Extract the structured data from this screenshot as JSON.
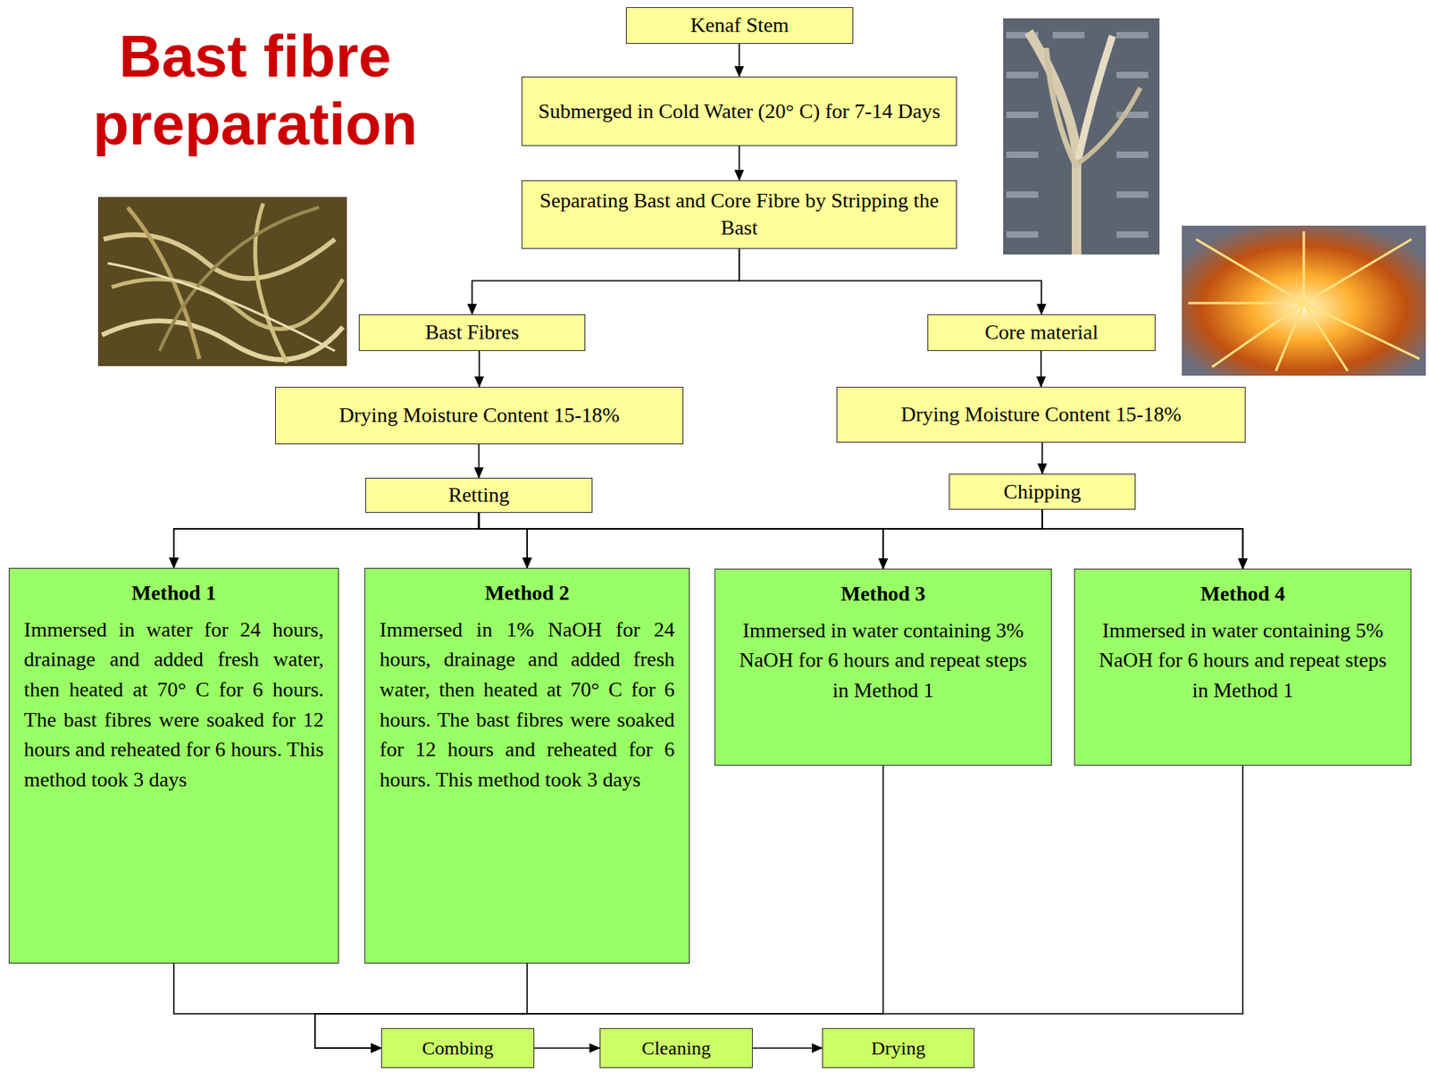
{
  "diagram": {
    "title": "Bast fibre preparation",
    "nodes": [
      {
        "text": [
          "Kenaf Stem"
        ]
      },
      {
        "text": [
          "Submerged in Cold Water (20° C) for 7-14 Days"
        ]
      },
      {
        "text": [
          "Separating Bast and Core Fibre by Stripping the Bast"
        ]
      },
      {
        "text": [
          "Bast Fibres"
        ]
      },
      {
        "text": [
          "Core material"
        ]
      },
      {
        "text": [
          "Drying Moisture Content 15-18%"
        ]
      },
      {
        "text": [
          "Drying Moisture Content 15-18%"
        ]
      },
      {
        "text": [
          "Retting"
        ]
      },
      {
        "text": [
          "Chipping"
        ]
      },
      {
        "text": [
          "Method 1",
          "Immersed in water for 24 hours, drainage and added fresh water, then heated at 70° C for 6 hours. The bast fibres were soaked for 12 hours and reheated for 6 hours. This method took 3 days"
        ]
      },
      {
        "text": [
          "Method 2",
          "Immersed in 1% NaOH for 24 hours, drainage and added fresh water, then heated at 70° C for 6 hours. The bast fibres were soaked for 12 hours and reheated for 6 hours. This method took 3 days"
        ]
      },
      {
        "text": [
          "Method 3",
          "Immersed in water containing 3% NaOH for 6 hours and repeat steps in Method 1"
        ]
      },
      {
        "text": [
          "Method 4",
          "Immersed in water containing 5% NaOH for 6 hours and repeat steps in Method 1"
        ]
      },
      {
        "text": [
          "Combing"
        ]
      },
      {
        "text": [
          "Cleaning"
        ]
      },
      {
        "text": [
          "Drying"
        ]
      }
    ],
    "edges": [
      {
        "from": 0,
        "to": 1,
        "arrow": "to"
      },
      {
        "from": 1,
        "to": 2,
        "arrow": "to"
      },
      {
        "from": 2,
        "to": 3,
        "arrow": "to"
      },
      {
        "from": 2,
        "to": 4,
        "arrow": "to"
      },
      {
        "from": 3,
        "to": 5,
        "arrow": "to"
      },
      {
        "from": 4,
        "to": 6,
        "arrow": "to"
      },
      {
        "from": 5,
        "to": 7,
        "arrow": "to"
      },
      {
        "from": 6,
        "to": 8,
        "arrow": "to"
      },
      {
        "from": 7,
        "to": 9,
        "arrow": "to"
      },
      {
        "from": 7,
        "to": 10,
        "arrow": "to"
      },
      {
        "from": 7,
        "to": 11,
        "arrow": "to"
      },
      {
        "from": 7,
        "to": 12,
        "arrow": "to"
      },
      {
        "from": 8,
        "to": 9,
        "arrow": "to"
      },
      {
        "from": 8,
        "to": 10,
        "arrow": "to"
      },
      {
        "from": 8,
        "to": 11,
        "arrow": "to"
      },
      {
        "from": 8,
        "to": 12,
        "arrow": "to"
      },
      {
        "from": 9,
        "to": 13,
        "arrow": "to"
      },
      {
        "from": 10,
        "to": 13,
        "arrow": "to"
      },
      {
        "from": 11,
        "to": 13,
        "arrow": "to"
      },
      {
        "from": 12,
        "to": 13,
        "arrow": "to"
      },
      {
        "from": 13,
        "to": 14,
        "arrow": "to"
      },
      {
        "from": 14,
        "to": 15,
        "arrow": "to"
      }
    ]
  }
}
